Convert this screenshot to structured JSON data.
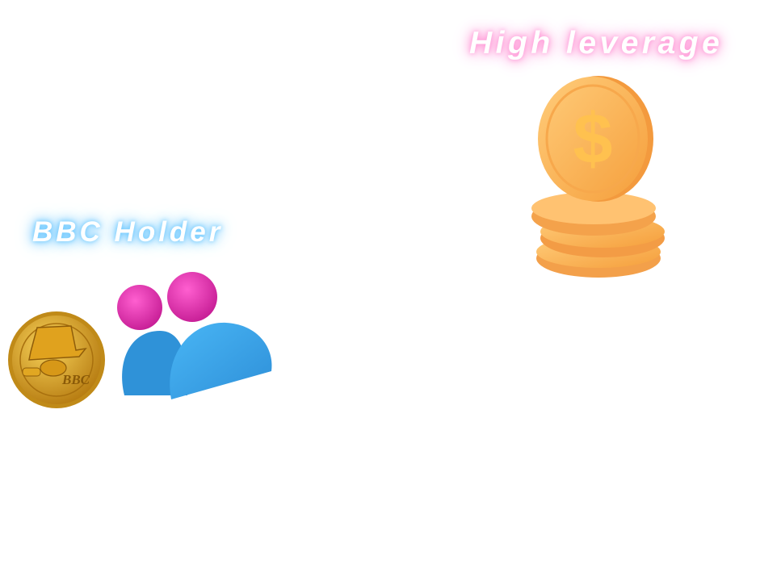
{
  "high_leverage": {
    "title": "High leverage",
    "icon": "dollar-coin-stack-icon",
    "color": "#ffb14e"
  },
  "bbc_holder": {
    "title": "BBC Holder",
    "coin_logo_text": "BBC",
    "icons": [
      "bbc-coin-icon",
      "users-group-icon"
    ],
    "color": "#3fa9f5"
  }
}
